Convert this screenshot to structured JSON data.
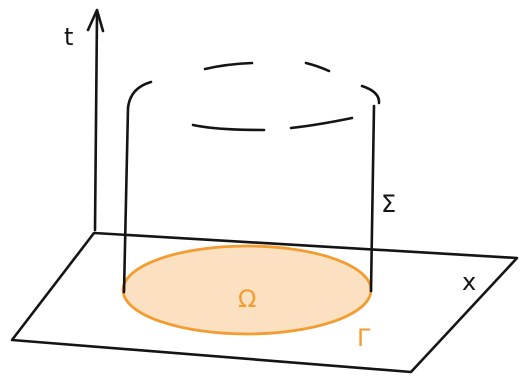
{
  "labels": {
    "time_axis": "t",
    "space_axis": "x",
    "domain": "Ω",
    "domain_boundary": "Γ",
    "lateral_surface": "Σ"
  },
  "colors": {
    "ink": "#141414",
    "accent": "#f39c2f",
    "domain_fill": "#fbe0c2"
  }
}
